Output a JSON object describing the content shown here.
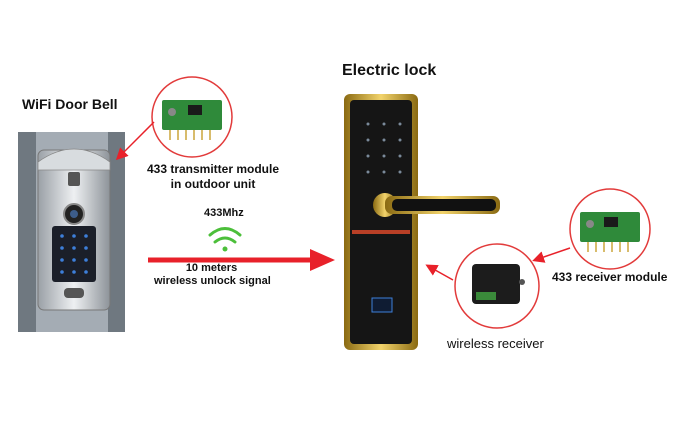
{
  "labels": {
    "doorbell": "WiFi Door Bell",
    "electric_lock": "Electric lock",
    "transmitter": [
      "433 transmitter module",
      "in outdoor unit"
    ],
    "frequency": "433Mhz",
    "signal": [
      "10 meters",
      "wireless unlock signal"
    ],
    "receiver_module": "433 receiver module",
    "wireless_receiver": "wireless receiver"
  },
  "colors": {
    "arrow": "#e8212a",
    "circle": "#e23b3b",
    "wifi": "#4cbf3a",
    "gold": "#c9a227",
    "lock_body": "#1a1a1a",
    "keypad_blue": "#3d7fd9"
  },
  "icons": [
    "wifi-signal-icon",
    "keypad-digits"
  ]
}
